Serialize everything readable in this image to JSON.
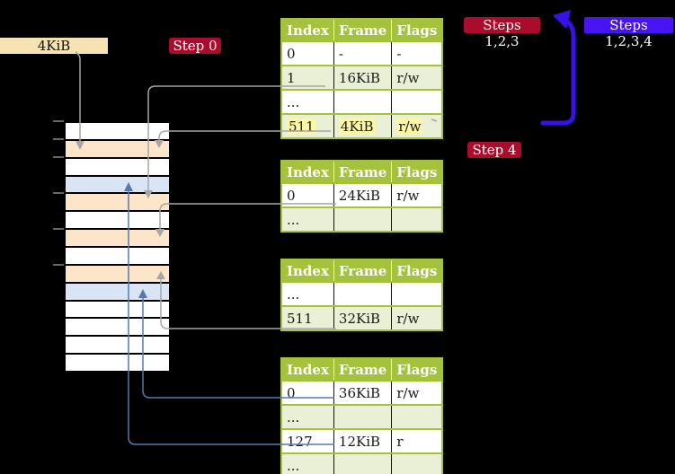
{
  "labels": {
    "page_size": "4KiB",
    "step0": "Step 0",
    "steps123": "Steps 1,2,3",
    "steps1234": "Steps 1,2,3,4",
    "step4": "Step 4"
  },
  "tables": [
    {
      "name": "table-1",
      "headers": [
        "Index",
        "Frame",
        "Flags"
      ],
      "rows": [
        {
          "index": "0",
          "frame": "-",
          "flags": "-"
        },
        {
          "index": "1",
          "frame": "16KiB",
          "flags": "r/w"
        },
        {
          "index": "...",
          "frame": "",
          "flags": ""
        },
        {
          "index": "511",
          "frame": "4KiB",
          "flags": "r/w",
          "highlight": true
        }
      ]
    },
    {
      "name": "table-2",
      "headers": [
        "Index",
        "Frame",
        "Flags"
      ],
      "rows": [
        {
          "index": "0",
          "frame": "24KiB",
          "flags": "r/w"
        },
        {
          "index": "...",
          "frame": "",
          "flags": ""
        }
      ]
    },
    {
      "name": "table-3",
      "headers": [
        "Index",
        "Frame",
        "Flags"
      ],
      "rows": [
        {
          "index": "...",
          "frame": "",
          "flags": ""
        },
        {
          "index": "511",
          "frame": "32KiB",
          "flags": "r/w"
        }
      ]
    },
    {
      "name": "table-4",
      "headers": [
        "Index",
        "Frame",
        "Flags"
      ],
      "rows": [
        {
          "index": "0",
          "frame": "36KiB",
          "flags": "r/w"
        },
        {
          "index": "...",
          "frame": "",
          "flags": ""
        },
        {
          "index": "127",
          "frame": "12KiB",
          "flags": "r"
        },
        {
          "index": "...",
          "frame": "",
          "flags": ""
        }
      ]
    }
  ],
  "memory": {
    "rows": [
      "free",
      "pagetable",
      "free",
      "mapped",
      "pagetable",
      "free",
      "pagetable",
      "free",
      "pagetable",
      "mapped",
      "free",
      "free",
      "free",
      "free"
    ]
  },
  "colors": {
    "step_label_red": "#ab0c2c",
    "step_label_blue": "#4615f1",
    "loop_arrow_blue": "#3a10e8",
    "table_green": "#a4c23c",
    "table_row_green": "#eaf0d5",
    "highlight_yellow": "#fdf6a2",
    "frame_pagetable_peach": "#fce5c9",
    "frame_mapped_blue": "#d9e5f5",
    "address_label_wheat": "#f7e3b1",
    "connector_gray": "#a6a6a6",
    "connector_steelblue": "#5578b0"
  }
}
